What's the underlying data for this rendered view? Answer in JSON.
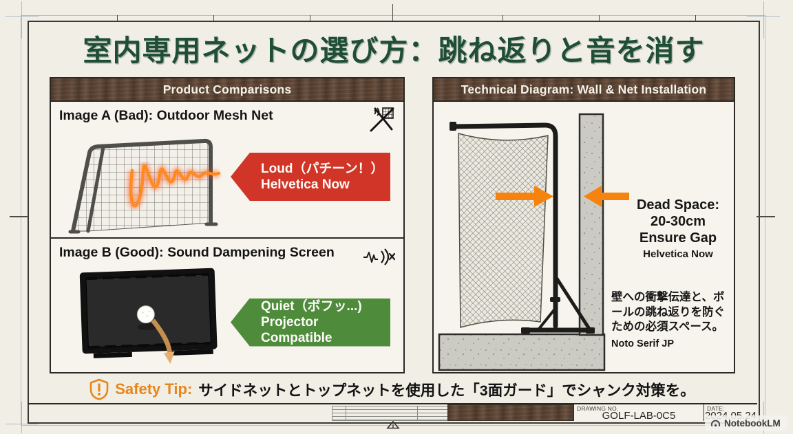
{
  "title": "室内専用ネットの選び方：跳ね返りと音を消す",
  "left_panel": {
    "header": "Product Comparisons",
    "item_a": {
      "label": "Image A (Bad): Outdoor Mesh Net",
      "callout": {
        "line1": "Loud（パチーン！）",
        "line2": "Helvetica Now"
      }
    },
    "item_b": {
      "label": "Image B (Good): Sound Dampening Screen",
      "callout": {
        "line1": "Quiet（ボフッ...)",
        "line2": "Projector Compatible"
      }
    }
  },
  "right_panel": {
    "header": "Technical Diagram: Wall & Net Installation",
    "annotation": {
      "line1": "Dead Space:",
      "line2": "20-30cm",
      "line3": "Ensure Gap",
      "line4": "Helvetica Now"
    },
    "note": "壁への衝撃伝達と、ボールの跳ね返りを防ぐための必須スペース。",
    "note_font_label": "Noto Serif JP"
  },
  "safety_tip": {
    "label": "Safety Tip:",
    "text": "サイドネットとトップネットを使用した「3面ガード」でシャンク対策を。"
  },
  "title_block": {
    "drawing_no_label": "DRAWING NO.",
    "drawing_no_value": "GOLF-LAB-0C5",
    "date_label": "DATE:",
    "date_value": "2024.05.24"
  },
  "watermark": {
    "text": "NotebookLM"
  },
  "icons": {
    "item_a": "crossed-out-net-noise-icon",
    "item_b": "dampened-sound-wave-icon",
    "safety": "shield-exclamation-icon",
    "watermark": "notebooklm-logo-icon"
  },
  "colors": {
    "title_green": "#1f4e37",
    "wood_brown": "#5c4332",
    "bad_red": "#d03527",
    "good_green": "#4e8c3c",
    "accent_orange": "#f5830e",
    "safety_orange": "#e8861b",
    "paper": "#f0eee5",
    "ink": "#2b2824",
    "concrete": "#cbcbc4"
  }
}
